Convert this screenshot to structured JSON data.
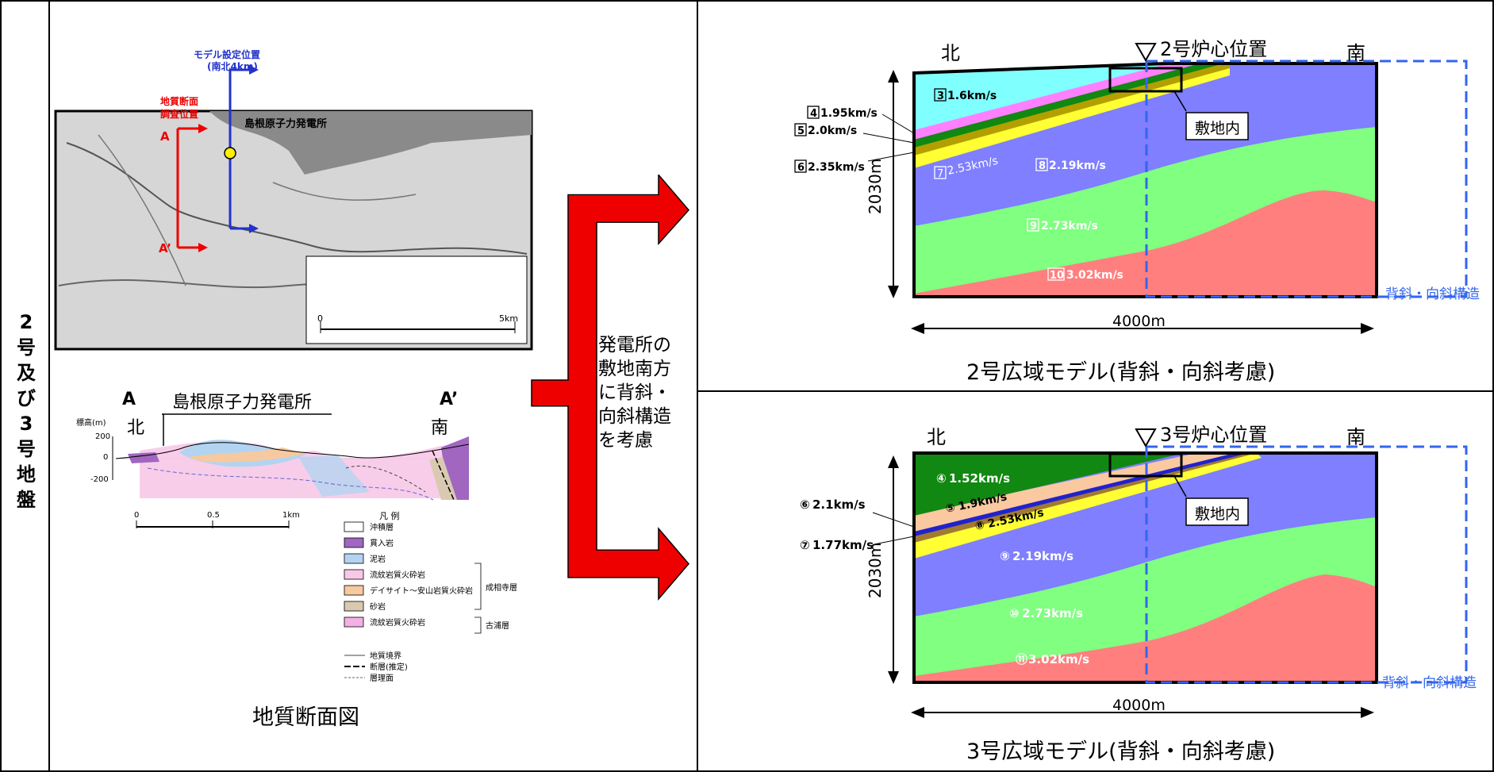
{
  "row_label": [
    "2",
    "号",
    "及",
    "び",
    "3",
    "号",
    "地",
    "盤"
  ],
  "left": {
    "map": {
      "model_position_label": "モデル設定位置",
      "model_position_sub": "(南北4km)",
      "section_label_1": "地質断面",
      "section_label_2": "調査位置",
      "plant_label": "島根原子力発電所",
      "point_a": "A",
      "point_a_prime": "A’",
      "scale_zero": "0",
      "scale_end": "5km"
    },
    "section": {
      "point_a": "A",
      "point_a_prime": "A’",
      "plant": "島根原子力発電所",
      "north": "北",
      "south": "南",
      "y_title": "標高(m)",
      "y_ticks": [
        "200",
        "0",
        "-200"
      ],
      "scale_ticks": [
        "0",
        "0.5",
        "1km"
      ]
    },
    "legend": {
      "title": "凡 例",
      "items": [
        {
          "label": "沖積層",
          "color": "#ffffff"
        },
        {
          "label": "貫入岩",
          "color": "#a066c0"
        },
        {
          "label": "泥岩",
          "color": "#b3d4f0"
        },
        {
          "label": "流紋岩質火砕岩",
          "color": "#f7c8e8"
        },
        {
          "label": "デイサイト〜安山岩質火砕岩",
          "color": "#f6c9a0"
        },
        {
          "label": "砂岩",
          "color": "#d9c9b0"
        },
        {
          "label": "流紋岩質火砕岩",
          "color": "#f3b0e4"
        }
      ],
      "group_1": "成相寺層",
      "group_2": "古浦層",
      "lines": [
        "地質境界",
        "断層(推定)",
        "層理面"
      ]
    },
    "caption": "地質断面図"
  },
  "arrow_note": [
    "発電所の",
    "敷地南方",
    "に背斜・",
    "向斜構造",
    "を考慮"
  ],
  "model_2": {
    "north": "北",
    "south": "南",
    "core_position": "2号炉心位置",
    "site_label": "敷地内",
    "depth_label": "2030m",
    "width_label": "4000m",
    "structure_label": "背斜・向斜構造",
    "caption": "2号広域モデル(背斜・向斜考慮)",
    "layers": [
      {
        "num": "3",
        "velocity": "1.6km/s",
        "color": "#80ffff"
      },
      {
        "num": "4",
        "velocity": "1.95km/s",
        "color": "#ff80ff"
      },
      {
        "num": "5",
        "velocity": "2.0km/s",
        "color": "#118811"
      },
      {
        "num": "6",
        "velocity": "2.35km/s",
        "color": "#b3a000"
      },
      {
        "num": "7",
        "velocity": "2.53km/s",
        "color": "#ffff33"
      },
      {
        "num": "8",
        "velocity": "2.19km/s",
        "color": "#7f7fff"
      },
      {
        "num": "9",
        "velocity": "2.73km/s",
        "color": "#80ff80"
      },
      {
        "num": "10",
        "velocity": "3.02km/s",
        "color": "#ff7f7f"
      }
    ]
  },
  "model_3": {
    "north": "北",
    "south": "南",
    "core_position": "3号炉心位置",
    "site_label": "敷地内",
    "depth_label": "2030m",
    "width_label": "4000m",
    "structure_label": "背斜・向斜構造",
    "caption": "3号広域モデル(背斜・向斜考慮)",
    "layers": [
      {
        "num": "④",
        "velocity": "1.52km/s",
        "color": "#118811"
      },
      {
        "num": "⑤",
        "velocity": "1.9km/s",
        "color": "#fac9a0"
      },
      {
        "num": "⑥",
        "velocity": "2.1km/s",
        "color": "#2222cc"
      },
      {
        "num": "⑦",
        "velocity": "1.77km/s",
        "color": "#a07a30"
      },
      {
        "num": "⑧",
        "velocity": "2.53km/s",
        "color": "#ffff33"
      },
      {
        "num": "⑨",
        "velocity": "2.19km/s",
        "color": "#7f7fff"
      },
      {
        "num": "⑩",
        "velocity": "2.73km/s",
        "color": "#80ff80"
      },
      {
        "num": "⑪",
        "velocity": "3.02km/s",
        "color": "#ff7f7f"
      }
    ]
  }
}
